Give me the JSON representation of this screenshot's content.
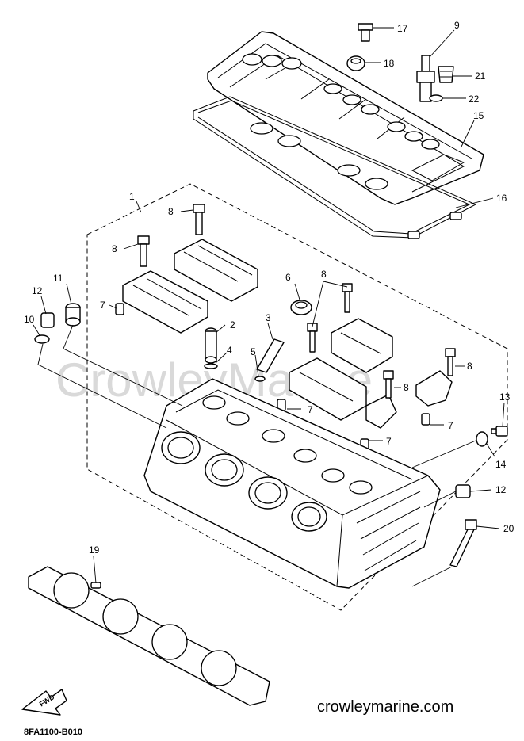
{
  "watermark": "CrowleyMarine",
  "website": "crowleymarine.com",
  "diagram_code": "8FA1100-B010",
  "fwd_label": "FWD",
  "callouts": {
    "c17": "17",
    "c9": "9",
    "c18": "18",
    "c21": "21",
    "c22": "22",
    "c15": "15",
    "c16": "16",
    "c1": "1",
    "c8a": "8",
    "c8b": "8",
    "c8c": "8",
    "c8d": "8",
    "c8e": "8",
    "c6": "6",
    "c11": "11",
    "c12a": "12",
    "c10": "10",
    "c7a": "7",
    "c2": "2",
    "c3": "3",
    "c4": "4",
    "c5": "5",
    "c7b": "7",
    "c7c": "7",
    "c7d": "7",
    "c13": "13",
    "c14": "14",
    "c12b": "12",
    "c20": "20",
    "c19": "19"
  }
}
